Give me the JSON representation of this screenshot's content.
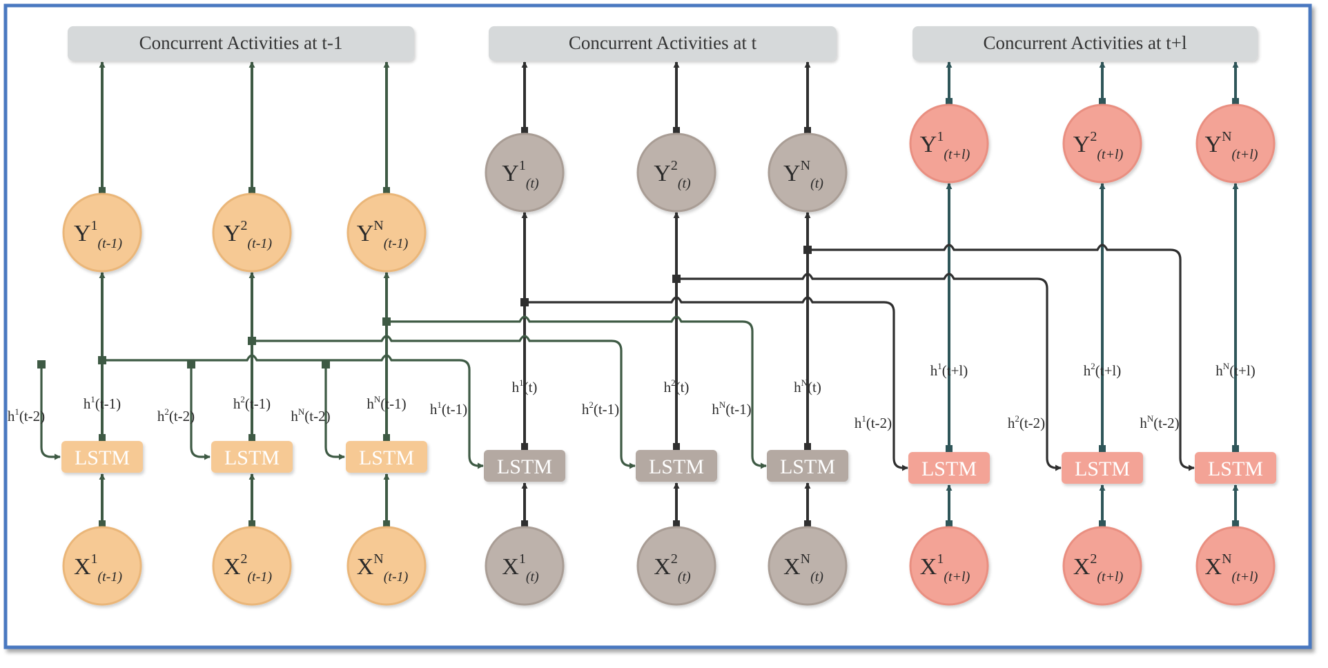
{
  "groups": [
    {
      "key": "tm1",
      "header": "Concurrent Activities at t-1",
      "colors": {
        "node": "#f6c994",
        "node_stroke": "#eab679",
        "lstm": "#f6c994",
        "edge": "#3e5a44"
      },
      "lstm_label": "LSTM",
      "units": [
        {
          "y": {
            "base": "Y",
            "sup": "1",
            "sub": "(t-1)"
          },
          "x": {
            "base": "X",
            "sup": "1",
            "sub": "(t-1)"
          },
          "h_out": {
            "base": "h",
            "sup": "1",
            "tail": "(t-1)"
          },
          "h_in": {
            "base": "h",
            "sup": "1",
            "tail": "(t-2)"
          }
        },
        {
          "y": {
            "base": "Y",
            "sup": "2",
            "sub": "(t-1)"
          },
          "x": {
            "base": "X",
            "sup": "2",
            "sub": "(t-1)"
          },
          "h_out": {
            "base": "h",
            "sup": "2",
            "tail": "(t-1)"
          },
          "h_in": {
            "base": "h",
            "sup": "2",
            "tail": "(t-2)"
          }
        },
        {
          "y": {
            "base": "Y",
            "sup": "N",
            "sub": "(t-1)"
          },
          "x": {
            "base": "X",
            "sup": "N",
            "sub": "(t-1)"
          },
          "h_out": {
            "base": "h",
            "sup": "N",
            "tail": "(t-1)"
          },
          "h_in": {
            "base": "h",
            "sup": "N",
            "tail": "(t-2)"
          }
        }
      ]
    },
    {
      "key": "t",
      "header": "Concurrent Activities at t",
      "colors": {
        "node": "#bdb2ab",
        "node_stroke": "#a99d95",
        "lstm": "#b4a9a2",
        "edge": "#2f2f2f"
      },
      "lstm_label": "LSTM",
      "units": [
        {
          "y": {
            "base": "Y",
            "sup": "1",
            "sub": "(t)"
          },
          "x": {
            "base": "X",
            "sup": "1",
            "sub": "(t)"
          },
          "h_out": {
            "base": "h",
            "sup": "1",
            "tail": "(t)"
          },
          "h_in": {
            "base": "h",
            "sup": "1",
            "tail": "(t-1)"
          }
        },
        {
          "y": {
            "base": "Y",
            "sup": "2",
            "sub": "(t)"
          },
          "x": {
            "base": "X",
            "sup": "2",
            "sub": "(t)"
          },
          "h_out": {
            "base": "h",
            "sup": "2",
            "tail": "(t)"
          },
          "h_in": {
            "base": "h",
            "sup": "2",
            "tail": "(t-1)"
          }
        },
        {
          "y": {
            "base": "Y",
            "sup": "N",
            "sub": "(t)"
          },
          "x": {
            "base": "X",
            "sup": "N",
            "sub": "(t)"
          },
          "h_out": {
            "base": "h",
            "sup": "N",
            "tail": "(t)"
          },
          "h_in": {
            "base": "h",
            "sup": "N",
            "tail": "(t-1)"
          }
        }
      ]
    },
    {
      "key": "tl",
      "header": "Concurrent Activities at t+l",
      "colors": {
        "node": "#f3a396",
        "node_stroke": "#e98f81",
        "lstm": "#f3a396",
        "edge": "#2f5659"
      },
      "lstm_label": "LSTM",
      "units": [
        {
          "y": {
            "base": "Y",
            "sup": "1",
            "sub": "(t+l)"
          },
          "x": {
            "base": "X",
            "sup": "1",
            "sub": "(t+l)"
          },
          "h_out": {
            "base": "h",
            "sup": "1",
            "tail": "(t+l)"
          },
          "h_in": {
            "base": "h",
            "sup": "1",
            "tail": "(t-2)"
          }
        },
        {
          "y": {
            "base": "Y",
            "sup": "2",
            "sub": "(t+l)"
          },
          "x": {
            "base": "X",
            "sup": "2",
            "sub": "(t+l)"
          },
          "h_out": {
            "base": "h",
            "sup": "2",
            "tail": "(t+l)"
          },
          "h_in": {
            "base": "h",
            "sup": "2",
            "tail": "(t-2)"
          }
        },
        {
          "y": {
            "base": "Y",
            "sup": "N",
            "sub": "(t+l)"
          },
          "x": {
            "base": "X",
            "sup": "N",
            "sub": "(t+l)"
          },
          "h_out": {
            "base": "h",
            "sup": "N",
            "tail": "(t+l)"
          },
          "h_in": {
            "base": "h",
            "sup": "N",
            "tail": "(t-2)"
          }
        }
      ]
    }
  ],
  "frame": {
    "border": "#4a78c0",
    "header_fill": "#d6d9da"
  }
}
